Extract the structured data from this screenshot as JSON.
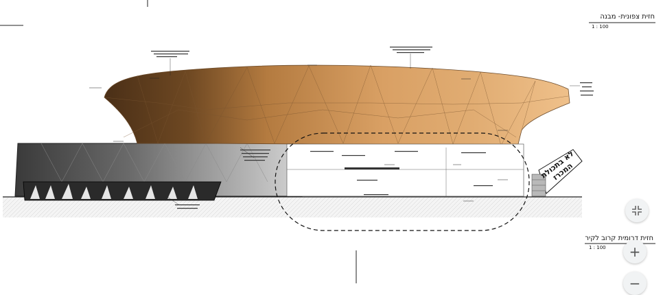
{
  "titles": {
    "north_elevation": "חזית צפונית- מבנה",
    "north_scale": "1 : 100",
    "south_elevation": "חזית דרומית קרוב לקיר",
    "south_scale": "1 : 100"
  },
  "stamp": {
    "line1": "לא בתכולת",
    "line2": "המכרז"
  },
  "controls": {
    "fit_icon": "fit-screen-icon",
    "plus_label": "+",
    "minus_label": "−"
  },
  "colors": {
    "roof_dark": "#5e3d1e",
    "roof_mid": "#b57c42",
    "roof_light": "#e7b47b",
    "base_dark": "#3c3c3c",
    "base_light": "#c9c9c9"
  }
}
